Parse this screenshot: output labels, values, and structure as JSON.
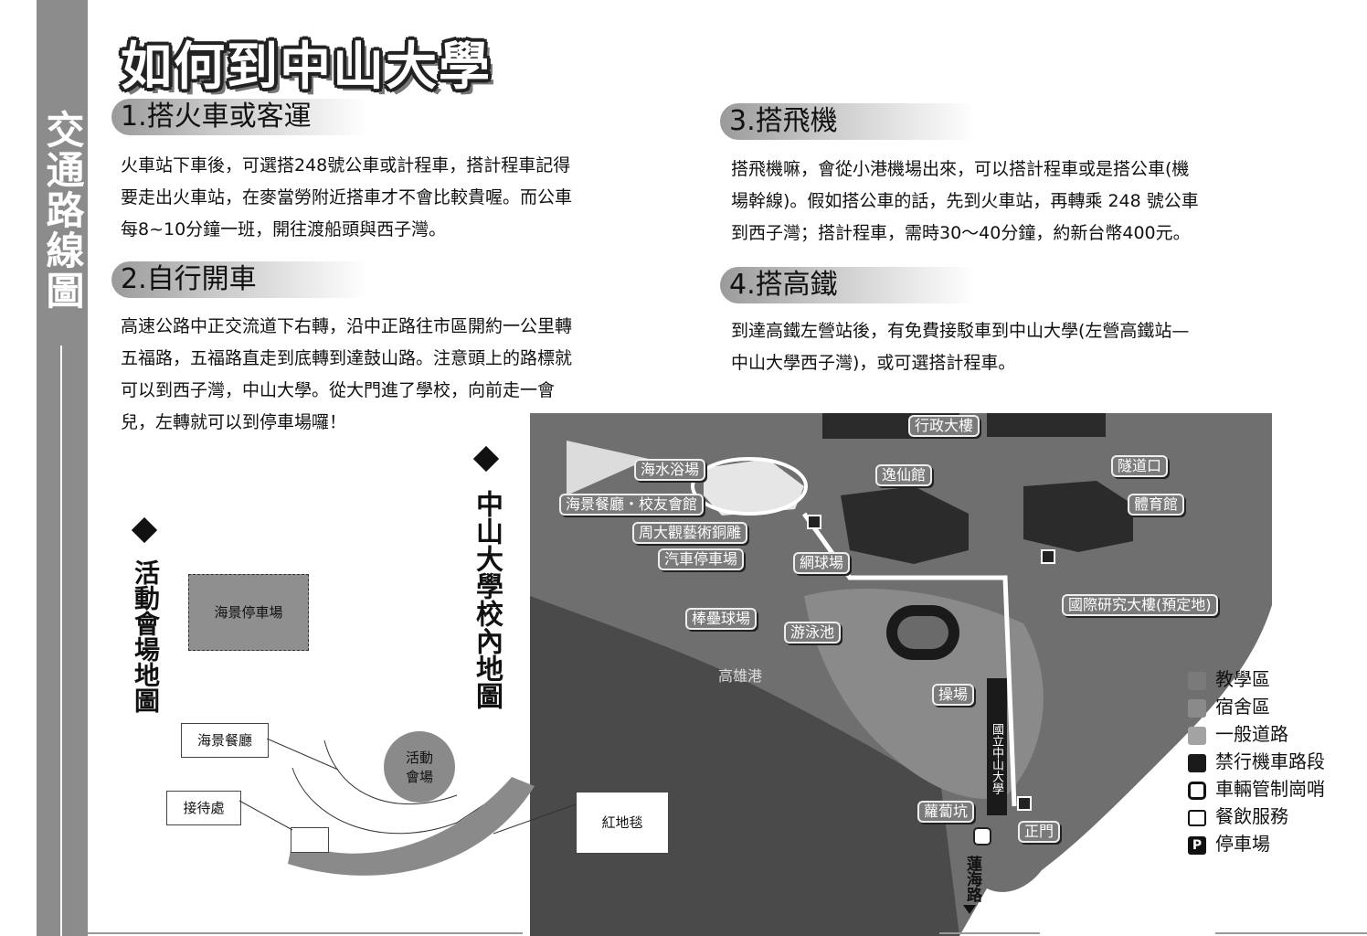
{
  "sidebar": {
    "title": "交通路線圖"
  },
  "page": {
    "title": "如何到中山大學"
  },
  "sections": [
    {
      "heading": "1.搭火車或客運",
      "lines": [
        "火車站下車後，可選搭248號公車或計程車，搭計程車記得",
        "要走出火車站，在麥當勞附近搭車才不會比較貴喔。而公車",
        "每8~10分鐘一班，開往渡船頭與西子灣。"
      ]
    },
    {
      "heading": "2.自行開車",
      "lines": [
        "高速公路中正交流道下右轉，沿中正路往市區開約一公里轉",
        "五福路，五福路直走到底轉到達鼓山路。注意頭上的路標就",
        "可以到西子灣，中山大學。從大門進了學校，向前走一會",
        "兒，左轉就可以到停車場囉！"
      ]
    },
    {
      "heading": "3.搭飛機",
      "lines": [
        "搭飛機嘛，會從小港機場出來，可以搭計程車或是搭公車(機",
        "場幹線)。假如搭公車的話，先到火車站，再轉乘 248 號公車",
        "到西子灣；搭計程車，需時30～40分鐘，約新台幣400元。"
      ]
    },
    {
      "heading": "4.搭高鐵",
      "lines": [
        "到達高鐵左營站後，有免費接駁車到中山大學(左營高鐵站—",
        "中山大學西子灣)，或可選搭計程車。"
      ]
    }
  ],
  "campus_map": {
    "title": "中山大學校內地圖",
    "labels": {
      "admin": "行政大樓",
      "beach": "海水浴場",
      "yixian": "逸仙館",
      "tunnel": "隧道口",
      "restaurant": "海景餐廳・校友會館",
      "sculpture": "周大觀藝術銅雕",
      "gym": "體育館",
      "car_park": "汽車停車場",
      "tennis": "網球場",
      "intl": "國際研究大樓(預定地)",
      "baseball": "棒壘球場",
      "pool": "游泳池",
      "harbor": "高雄港",
      "field": "操場",
      "luodang": "蘿蔔坑",
      "gate": "正門",
      "gate_sign": "國立中山大學",
      "road": "蓮海路"
    },
    "legend": [
      {
        "label": "教學區",
        "icon": "square-swatch",
        "color": "#7a7a7a"
      },
      {
        "label": "宿舍區",
        "icon": "square-swatch",
        "color": "#8a8a8a"
      },
      {
        "label": "一般道路",
        "icon": "square-swatch",
        "color": "#a3a3a3"
      },
      {
        "label": "禁行機車路段",
        "icon": "square-swatch",
        "color": "#1a1a1a"
      },
      {
        "label": "車輛管制崗哨",
        "icon": "checkpoint-icon",
        "color": "#111111"
      },
      {
        "label": "餐飲服務",
        "icon": "dining-icon",
        "color": "#111111"
      },
      {
        "label": "停車場",
        "icon": "parking-icon",
        "color": "#111111"
      }
    ]
  },
  "venue_map": {
    "title": "活動會場地圖",
    "labels": {
      "parking": "海景停車場",
      "restaurant": "海景餐廳",
      "venue_line1": "活動",
      "venue_line2": "會場",
      "reception": "接待處",
      "red_carpet": "紅地毯"
    }
  }
}
